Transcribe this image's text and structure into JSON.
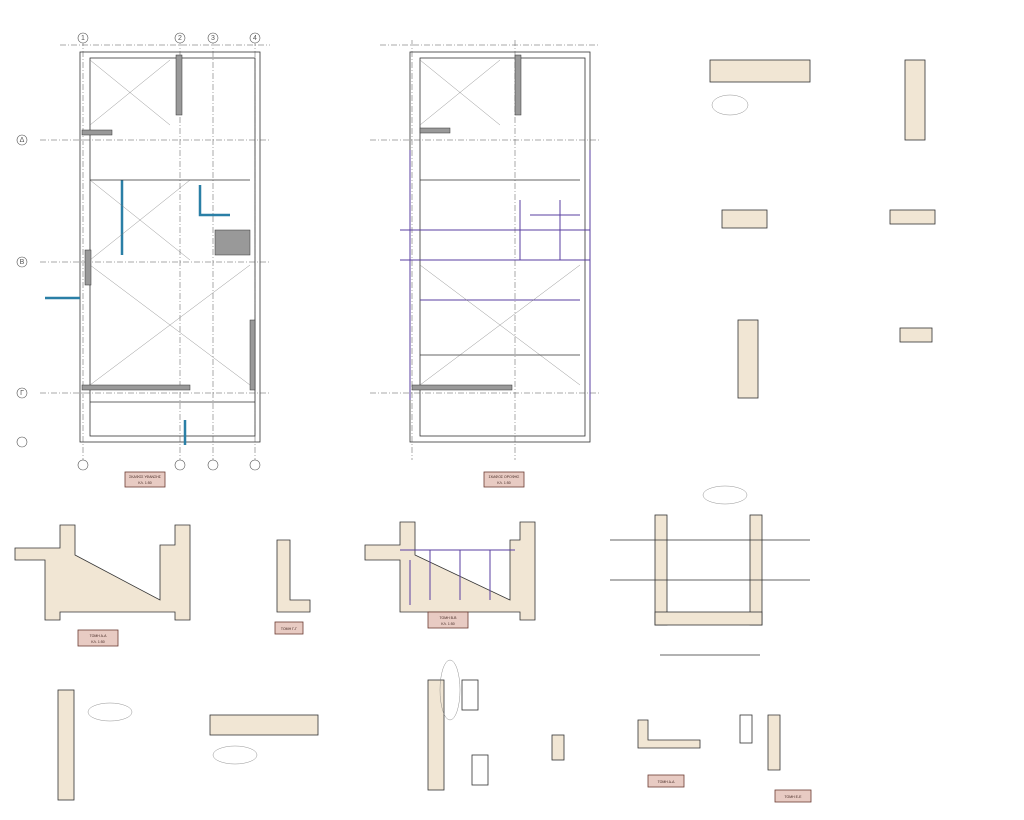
{
  "drawing": {
    "grid_columns": [
      "1",
      "2",
      "3",
      "4"
    ],
    "grid_rows": [
      "Γ",
      "Δ",
      "Β"
    ],
    "scale_label": "ΚΛ. 1:50",
    "plan_titles": [
      "ΣΚΑΦΟΣ ΥΦΑΝΣΗΣ",
      "ΣΚΑΦΟΣ ΟΡΟΦΗΣ"
    ],
    "section_titles": [
      "ΤΟΜΗ Α-Α",
      "ΤΟΜΗ Γ-Γ",
      "ΤΟΜΗ Β-Β",
      "ΤΟΜΗ Δ-Δ",
      "ΤΟΜΗ Ε-Ε"
    ],
    "colors": {
      "concrete": "#f1e6d4",
      "title_box": "#e8cbc3",
      "rebar_blue": "#2a7fa6",
      "rebar_purple": "#5a3fa0"
    }
  }
}
